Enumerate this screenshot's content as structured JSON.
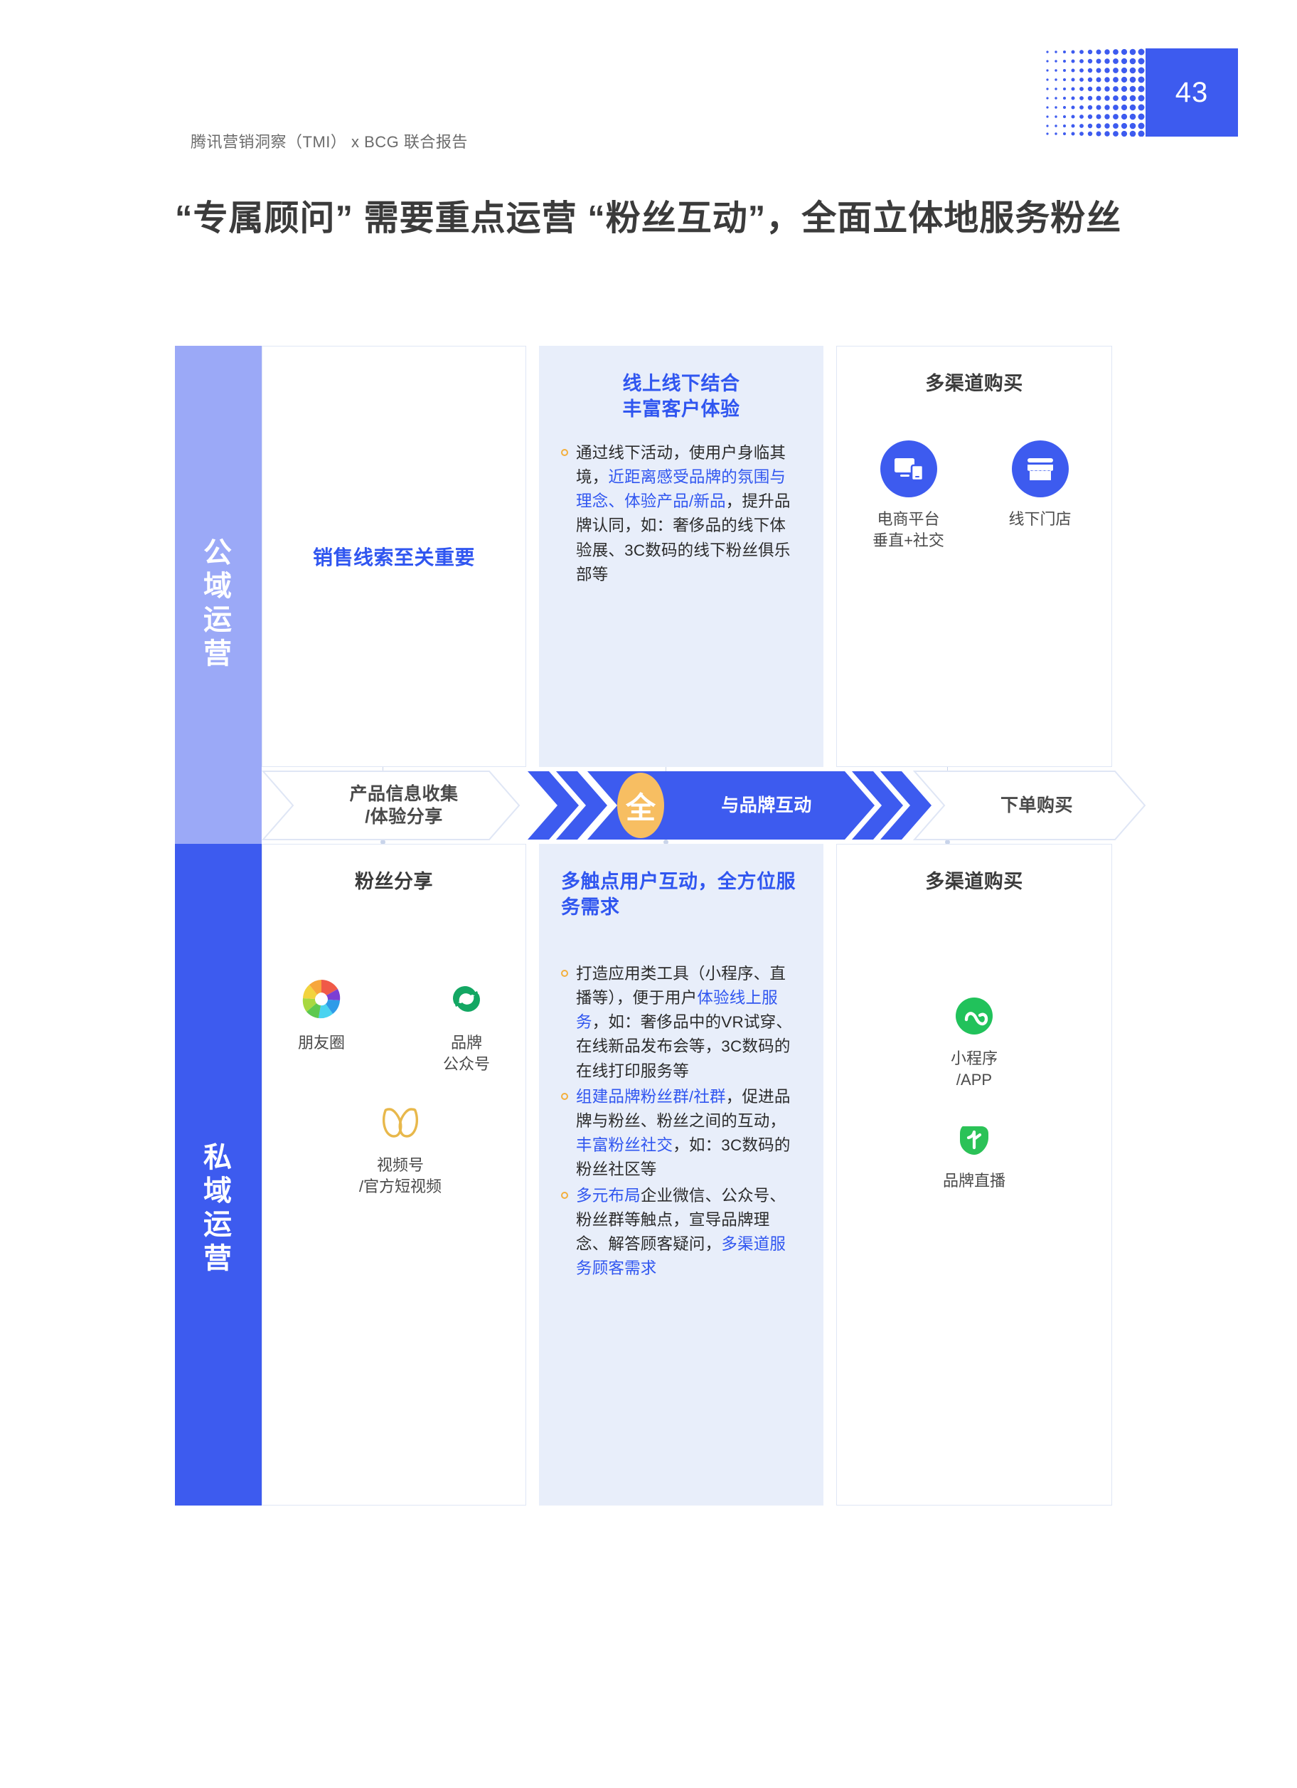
{
  "header": {
    "page_number": "43",
    "report_line": "腾讯营销洞察（TMI） x BCG 联合报告"
  },
  "title": "“专属顾问” 需要重点运营 “粉丝互动”，全面立体地服务粉丝",
  "rails": {
    "public": [
      "公",
      "域",
      "运",
      "营"
    ],
    "private": [
      "私",
      "域",
      "运",
      "营"
    ]
  },
  "top_row": {
    "card_a": {
      "claim": "销售线索至关重要"
    },
    "card_b": {
      "heading_line1": "线上线下结合",
      "heading_line2": "丰富客户体验",
      "bullet1": {
        "p1": "通过线下活动，使用户身临其境，",
        "hl1": "近距离感受品牌的氛围与理念、体验产品/新品",
        "p2": "，提升品牌认同，如：奢侈品的线下体验展、3C数码的线下粉丝俱乐部等"
      }
    },
    "card_c": {
      "heading": "多渠道购买",
      "icon1_caption": "电商平台\n垂直+社交",
      "icon1_name": "ecommerce-devices-icon",
      "icon2_caption": "线下门店",
      "icon2_name": "storefront-icon"
    }
  },
  "chevrons": [
    {
      "label": "产品信息收集\n/体验分享",
      "style": "outline"
    },
    {
      "label": "与品牌互动",
      "style": "filled",
      "badge": "全"
    },
    {
      "label": "下单购买",
      "style": "outline"
    }
  ],
  "bottom_row": {
    "card_a": {
      "heading": "粉丝分享",
      "icons": [
        {
          "name": "moments-ring-icon",
          "caption": "朋友圈"
        },
        {
          "name": "official-account-icon",
          "caption": "品牌\n公众号"
        },
        {
          "name": "channels-butterfly-icon",
          "caption": "视频号\n/官方短视频"
        }
      ]
    },
    "card_b": {
      "heading": "多触点用户互动，全方位服务需求",
      "bullet1": {
        "p1": "打造应用类工具（小程序、直播等），便于用户",
        "hl1": "体验线上服务",
        "p2": "，如：奢侈品中的VR试穿、在线新品发布会等，3C数码的在线打印服务等"
      },
      "bullet2": {
        "hl1": "组建品牌粉丝群/社群",
        "p1": "，促进品牌与粉丝、粉丝之间的互动，",
        "hl2": "丰富粉丝社交",
        "p2": "，如：3C数码的粉丝社区等"
      },
      "bullet3": {
        "hl1": "多元布局",
        "p1": "企业微信、公众号、粉丝群等触点，宣导品牌理念、解答顾客疑问，",
        "hl2": "多渠道服务顾客需求"
      }
    },
    "card_c": {
      "heading": "多渠道购买",
      "icons": [
        {
          "name": "mini-program-icon",
          "caption": "小程序\n/APP"
        },
        {
          "name": "brand-livestream-icon",
          "caption": "品牌直播"
        }
      ]
    }
  },
  "colors": {
    "accent_blue": "#3D5BEF",
    "light_rail": "#9BA9F7",
    "dark_navy": "#243C8C",
    "tint_bg": "#e8eefa",
    "bullet_marker": "#F3AF3D",
    "badge_amber": "#F7BE62",
    "green": "#23B14D"
  }
}
